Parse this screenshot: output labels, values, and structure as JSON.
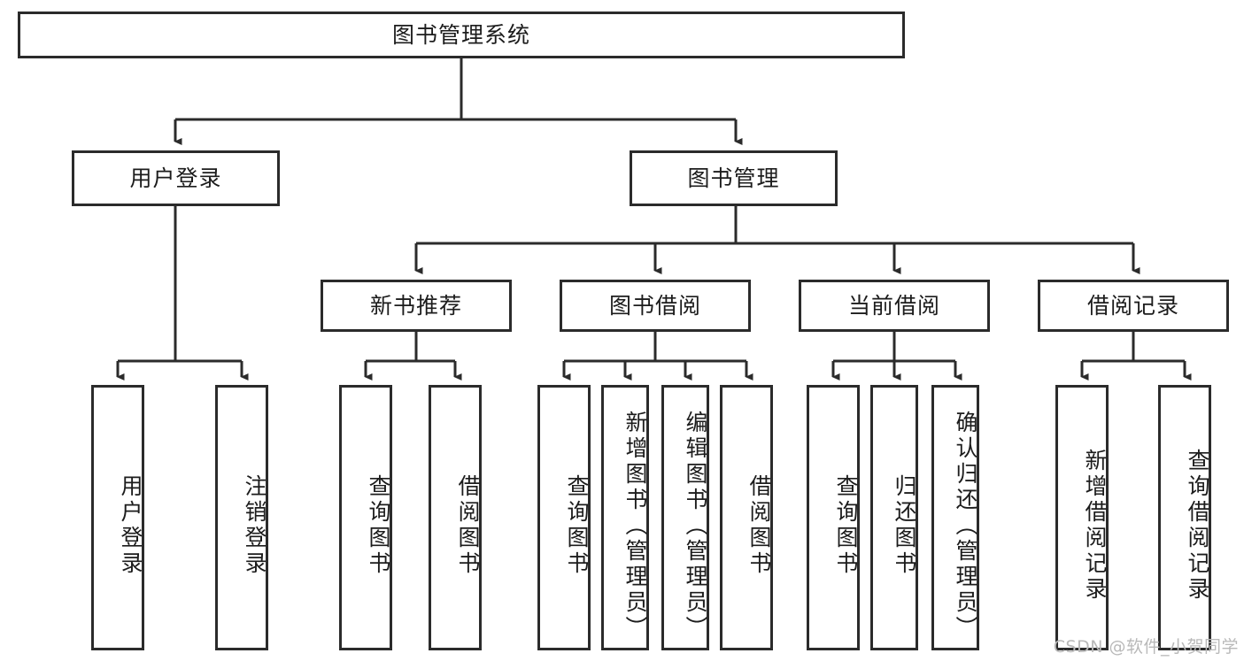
{
  "diagram": {
    "kind": "tree-hierarchy-chart",
    "title": "图书管理系统",
    "line_color": "#2b2b2b",
    "box_fill": "#ffffff",
    "text_color": "#1c1c1c"
  },
  "root": {
    "label": "图书管理系统"
  },
  "level2": [
    {
      "label": "用户登录"
    },
    {
      "label": "图书管理"
    }
  ],
  "level3": [
    {
      "label": "新书推荐"
    },
    {
      "label": "图书借阅"
    },
    {
      "label": "当前借阅"
    },
    {
      "label": "借阅记录"
    }
  ],
  "leaves": {
    "user_login": [
      {
        "label": "用户登录"
      },
      {
        "label": "注销登录"
      }
    ],
    "new_book_recommend": [
      {
        "label": "查询图书"
      },
      {
        "label": "借阅图书"
      }
    ],
    "book_borrow": [
      {
        "label": "查询图书"
      },
      {
        "label": "新增图书（管理员）"
      },
      {
        "label": "编辑图书（管理员）"
      },
      {
        "label": "借阅图书"
      }
    ],
    "current_borrow": [
      {
        "label": "查询图书"
      },
      {
        "label": "归还图书"
      },
      {
        "label": "确认归还（管理员）"
      }
    ],
    "borrow_record": [
      {
        "label": "新增借阅记录"
      },
      {
        "label": "查询借阅记录"
      }
    ]
  },
  "watermark": {
    "text": "CSDN @软件_小贺同学"
  }
}
